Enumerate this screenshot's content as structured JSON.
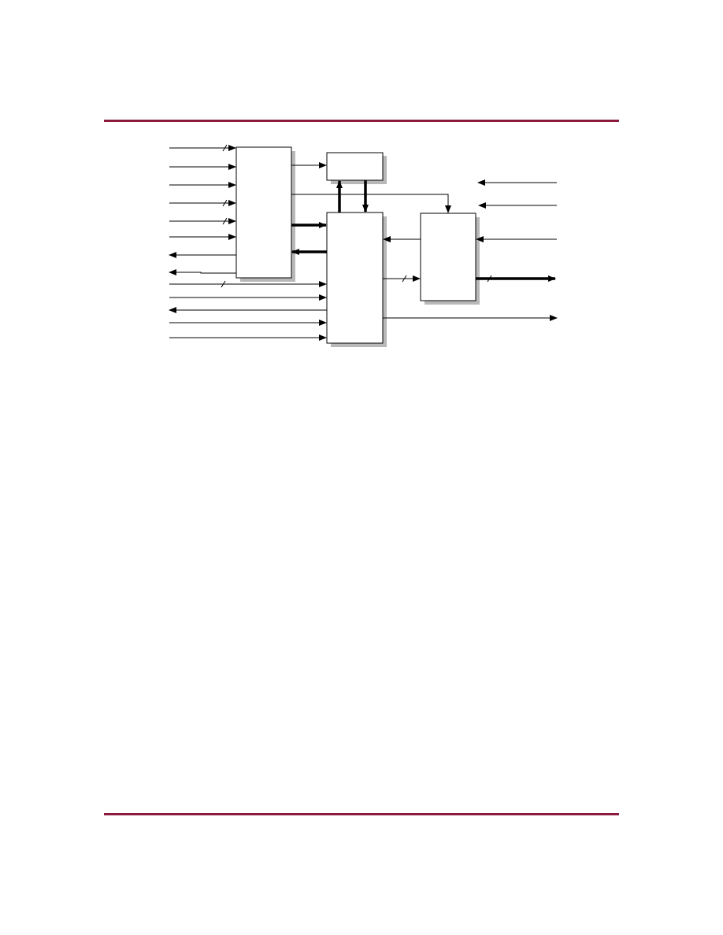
{
  "colors": {
    "rule": "#8b1a3c",
    "box_fill": "#ffffff",
    "box_stroke": "#000000",
    "shadow": "#b8b8b8",
    "line": "#000000"
  },
  "header": {},
  "footer": {},
  "diagram": {
    "blocks": [
      "left-block",
      "top-small-block",
      "center-block",
      "right-block"
    ]
  }
}
